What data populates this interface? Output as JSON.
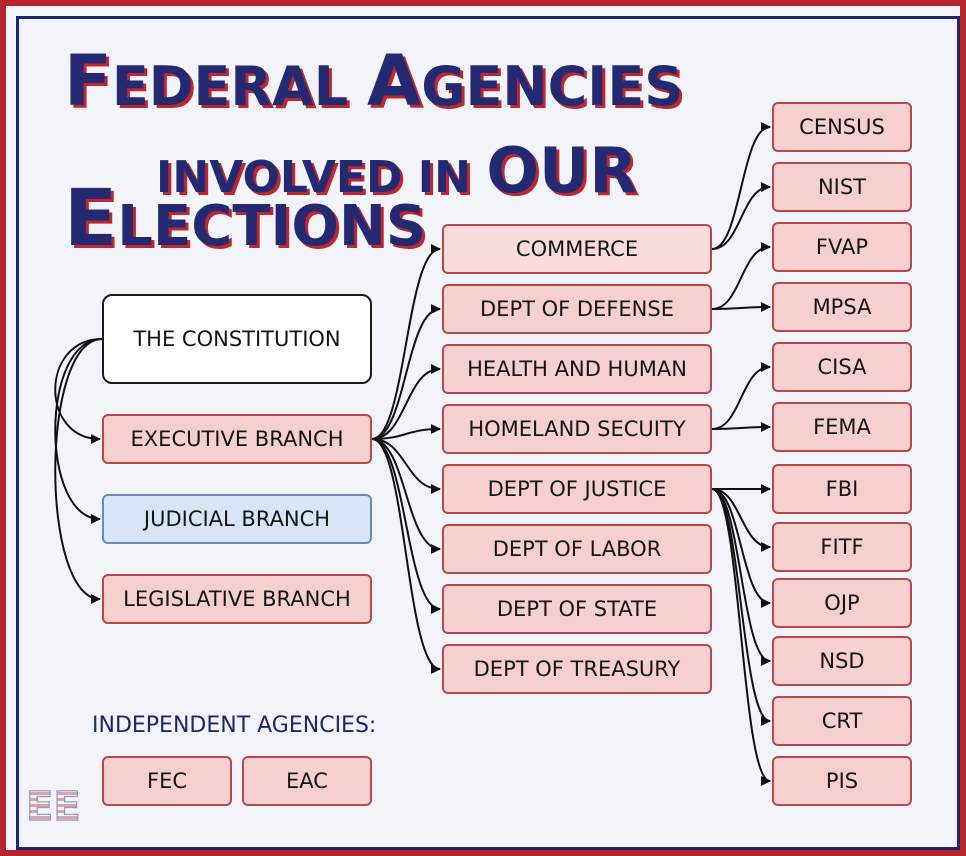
{
  "title": {
    "line1_a": "F",
    "line1_b": "EDERAL ",
    "line1_c": "A",
    "line1_d": "GENCIES",
    "line2_a": "INVOLVED IN ",
    "line2_b": "OUR",
    "line3_a": "E",
    "line3_b": "LECTIONS"
  },
  "level1": {
    "constitution": "THE CONSTITUTION",
    "executive": "EXECUTIVE BRANCH",
    "judicial": "JUDICIAL BRANCH",
    "legislative": "LEGISLATIVE BRANCH"
  },
  "departments": [
    "COMMERCE",
    "DEPT OF DEFENSE",
    "HEALTH AND HUMAN",
    "HOMELAND SECUITY",
    "DEPT OF JUSTICE",
    "DEPT OF LABOR",
    "DEPT OF STATE",
    "DEPT OF TREASURY"
  ],
  "agencies": [
    "CENSUS",
    "NIST",
    "FVAP",
    "MPSA",
    "CISA",
    "FEMA",
    "FBI",
    "FITF",
    "OJP",
    "NSD",
    "CRT",
    "PIS"
  ],
  "independent": {
    "label": "INDEPENDENT AGENCIES:",
    "items": [
      "FEC",
      "EAC"
    ]
  },
  "logo": {
    "text": "EE"
  },
  "colors": {
    "navy": "#232a72",
    "red": "#c0262f",
    "pink_box": "#f6cfd0",
    "blue_box": "#d8e5f5",
    "background": "#f3f4fa"
  },
  "connections": {
    "constitution": [
      "executive",
      "judicial",
      "legislative"
    ],
    "executive": [
      "COMMERCE",
      "DEPT OF DEFENSE",
      "HEALTH AND HUMAN",
      "HOMELAND SECUITY",
      "DEPT OF JUSTICE",
      "DEPT OF LABOR",
      "DEPT OF STATE",
      "DEPT OF TREASURY"
    ],
    "COMMERCE": [
      "CENSUS",
      "NIST"
    ],
    "DEPT OF DEFENSE": [
      "FVAP",
      "MPSA"
    ],
    "HOMELAND SECUITY": [
      "CISA",
      "FEMA"
    ],
    "DEPT OF JUSTICE": [
      "FBI",
      "FITF",
      "OJP",
      "NSD",
      "CRT",
      "PIS"
    ]
  }
}
